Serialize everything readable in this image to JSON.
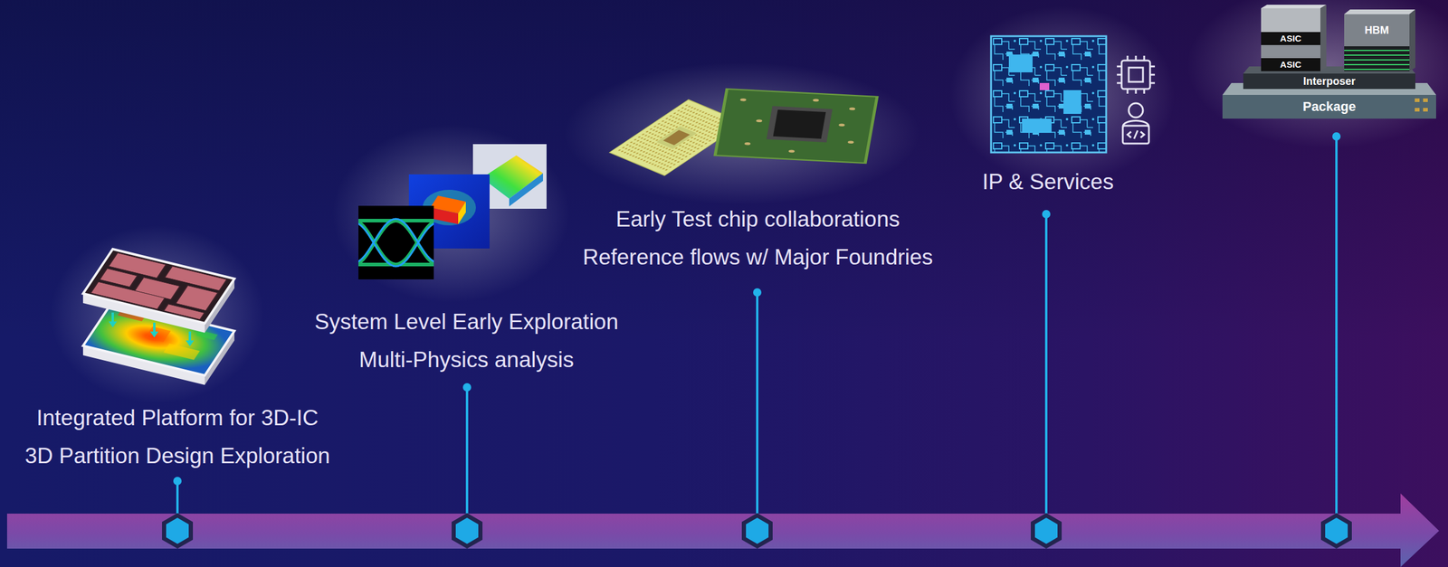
{
  "diagram": {
    "labels": [
      "Integrated Platform for 3D-IC",
      "3D Partition Design Exploration",
      "System Level Early Exploration",
      "Multi-Physics analysis",
      "Early Test chip collaborations",
      "Reference flows w/ Major Foundries",
      "IP & Services",
      "ASIC",
      "HBM",
      "ASIC",
      "Interposer",
      "Package"
    ]
  }
}
